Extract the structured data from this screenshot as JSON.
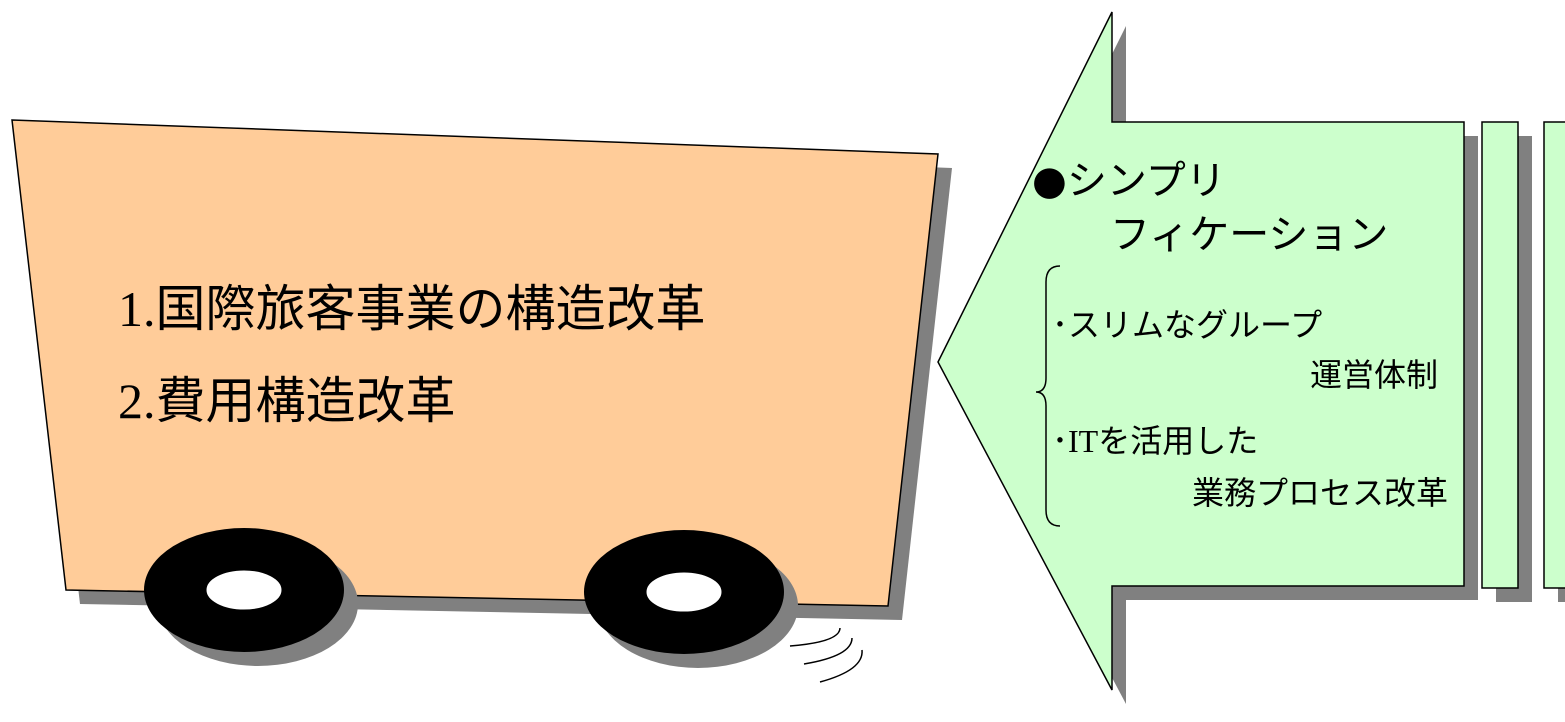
{
  "cart": {
    "line1_num": "1.",
    "line1_text": "国際旅客事業の構造改革",
    "line2_num": "2.",
    "line2_text": "費用構造改革"
  },
  "arrow": {
    "heading_line1": "●シンプリ",
    "heading_line2": "フィケーション",
    "item1_bullet": "･",
    "item1_line1": "スリムなグループ",
    "item1_line2": "運営体制",
    "item2_bullet": "･",
    "item2_prefix": "IT",
    "item2_line1_rest": "を活用した",
    "item2_line2": "業務プロセス改革"
  },
  "colors": {
    "cart_fill": "#ffcc99",
    "arrow_fill": "#ccffcc",
    "shadow": "#808080",
    "wheel": "#000000"
  }
}
